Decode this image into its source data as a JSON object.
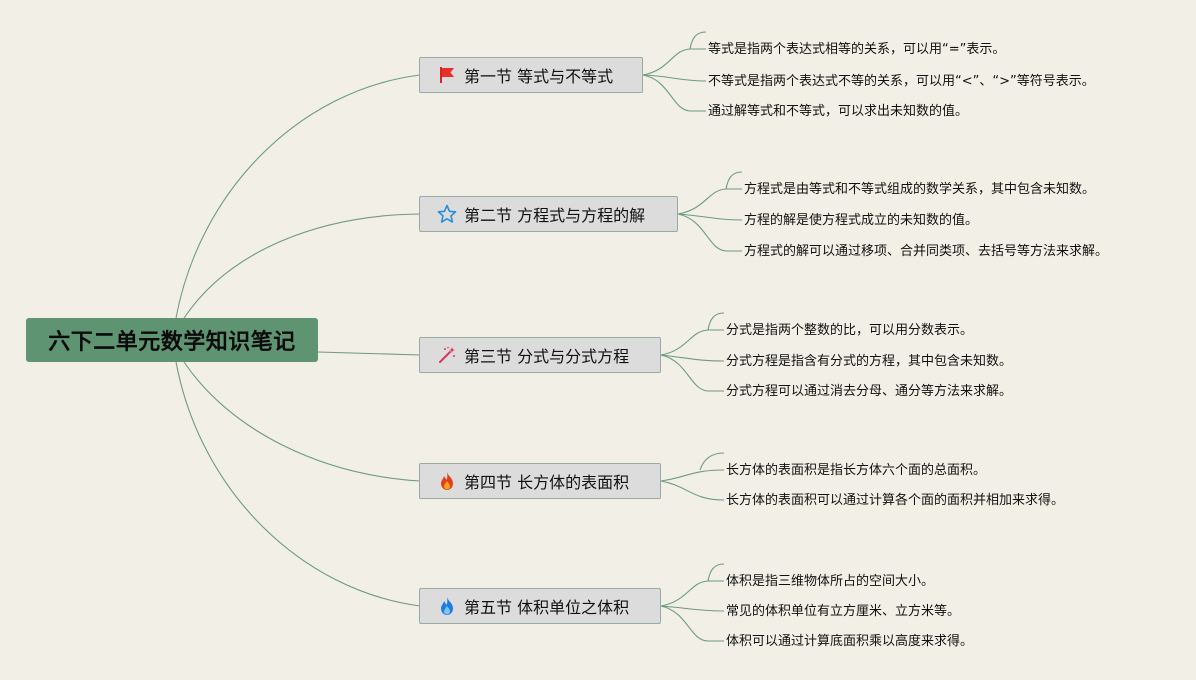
{
  "root": {
    "label": "六下二单元数学知识笔记"
  },
  "topics": [
    {
      "label": "第一节 等式与不等式",
      "icon": "red-flag-icon",
      "leaves": [
        "等式是指两个表达式相等的关系，可以用“=”表示。",
        "不等式是指两个表达式不等的关系，可以用“<”、“>”等符号表示。",
        "通过解等式和不等式，可以求出未知数的值。"
      ]
    },
    {
      "label": "第二节 方程式与方程的解",
      "icon": "star-icon",
      "leaves": [
        "方程式是由等式和不等式组成的数学关系，其中包含未知数。",
        "方程的解是使方程式成立的未知数的值。",
        "方程式的解可以通过移项、合并同类项、去括号等方法来求解。"
      ]
    },
    {
      "label": "第三节 分式与分式方程",
      "icon": "magic-wand-icon",
      "leaves": [
        "分式是指两个整数的比，可以用分数表示。",
        "分式方程是指含有分式的方程，其中包含未知数。",
        "分式方程可以通过消去分母、通分等方法来求解。"
      ]
    },
    {
      "label": "第四节 长方体的表面积",
      "icon": "fire-icon",
      "leaves": [
        "长方体的表面积是指长方体六个面的总面积。",
        "长方体的表面积可以通过计算各个面的面积并相加来求得。"
      ]
    },
    {
      "label": "第五节 体积单位之体积",
      "icon": "blue-flame-icon",
      "leaves": [
        "体积是指三维物体所占的空间大小。",
        "常见的体积单位有立方厘米、立方米等。",
        "体积可以通过计算底面积乘以高度来求得。"
      ]
    }
  ],
  "colors": {
    "background": "#f1efe6",
    "root_fill": "#5f9473",
    "topic_fill": "#dcdcdc",
    "topic_border": "#97aba1",
    "connector": "#6f9a80"
  }
}
